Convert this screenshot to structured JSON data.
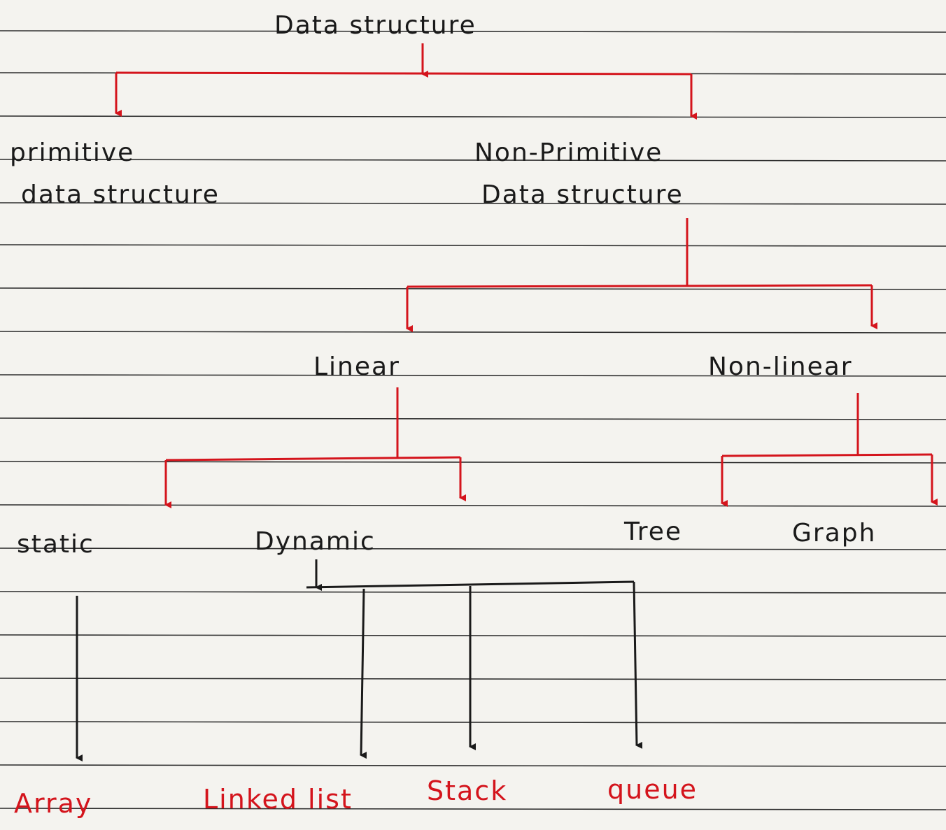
{
  "colors": {
    "ink": "#1a1a1a",
    "red": "#d4141c",
    "paper": "#f4f3ef",
    "rule": "#2c2c2c"
  },
  "nodes": {
    "root": "Data structure",
    "primitive_line1": "primitive",
    "primitive_line2": "data structure",
    "nonprimitive_line1": "Non-Primitive",
    "nonprimitive_line2": "Data structure",
    "linear": "Linear",
    "nonlinear": "Non-linear",
    "static": "static",
    "dynamic": "Dynamic",
    "tree": "Tree",
    "graph": "Graph",
    "array": "Array",
    "linked_list": "Linked list",
    "stack": "Stack",
    "queue": "queue"
  }
}
